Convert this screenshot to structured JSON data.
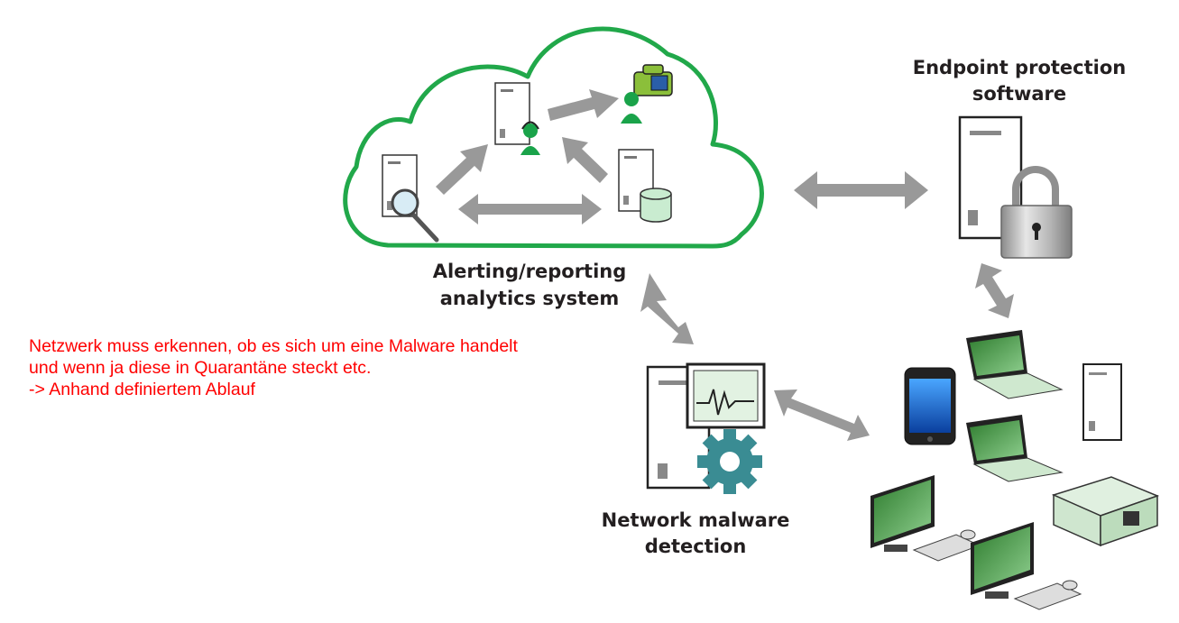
{
  "labels": {
    "cloud_line1": "Alerting/reporting",
    "cloud_line2": "analytics system",
    "endpoint_line1": "Endpoint protection",
    "endpoint_line2": "software",
    "network_line1": "Network malware",
    "network_line2": "detection"
  },
  "note": {
    "line1": "Netzwerk muss erkennen, ob es sich um eine Malware handelt",
    "line2": "und wenn ja diese in Quarantäne steckt etc.",
    "line3": "-> Anhand definiertem Ablauf"
  },
  "colors": {
    "cloud_outline": "#21a84a",
    "arrow": "#999999",
    "note_text": "#ff0000",
    "accent_green": "#1aa34a",
    "screen_green": "#3a8a3a",
    "gear": "#3a8c93"
  }
}
